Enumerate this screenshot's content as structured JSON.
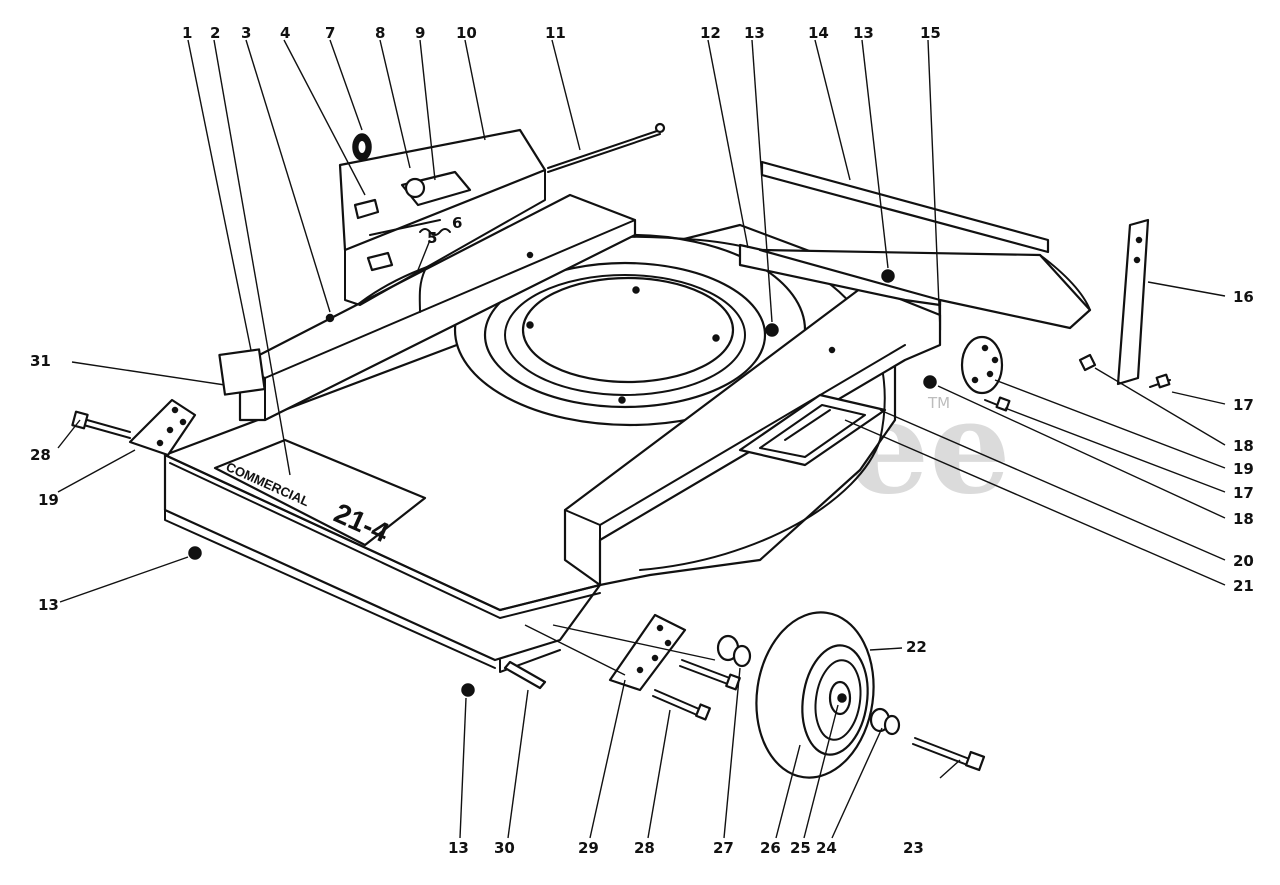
{
  "watermark": {
    "text": "PartsTree",
    "trademark": "TM"
  },
  "decal": {
    "brand": "COMMERCIAL",
    "model": "21-4"
  },
  "callouts": [
    {
      "id": "c1",
      "label": "1"
    },
    {
      "id": "c2",
      "label": "2"
    },
    {
      "id": "c3",
      "label": "3"
    },
    {
      "id": "c4",
      "label": "4"
    },
    {
      "id": "c5",
      "label": "5"
    },
    {
      "id": "c6",
      "label": "6"
    },
    {
      "id": "c7",
      "label": "7"
    },
    {
      "id": "c8",
      "label": "8"
    },
    {
      "id": "c9",
      "label": "9"
    },
    {
      "id": "c10",
      "label": "10"
    },
    {
      "id": "c11",
      "label": "11"
    },
    {
      "id": "c12",
      "label": "12"
    },
    {
      "id": "c13a",
      "label": "13"
    },
    {
      "id": "c14",
      "label": "14"
    },
    {
      "id": "c13b",
      "label": "13"
    },
    {
      "id": "c15",
      "label": "15"
    },
    {
      "id": "c16",
      "label": "16"
    },
    {
      "id": "c17a",
      "label": "17"
    },
    {
      "id": "c18a",
      "label": "18"
    },
    {
      "id": "c19a",
      "label": "19"
    },
    {
      "id": "c17b",
      "label": "17"
    },
    {
      "id": "c18b",
      "label": "18"
    },
    {
      "id": "c20",
      "label": "20"
    },
    {
      "id": "c21",
      "label": "21"
    },
    {
      "id": "c22",
      "label": "22"
    },
    {
      "id": "c23",
      "label": "23"
    },
    {
      "id": "c24",
      "label": "24"
    },
    {
      "id": "c25",
      "label": "25"
    },
    {
      "id": "c26",
      "label": "26"
    },
    {
      "id": "c27",
      "label": "27"
    },
    {
      "id": "c28a",
      "label": "28"
    },
    {
      "id": "c29",
      "label": "29"
    },
    {
      "id": "c30",
      "label": "30"
    },
    {
      "id": "c13c",
      "label": "13"
    },
    {
      "id": "c13d",
      "label": "13"
    },
    {
      "id": "c19b",
      "label": "19"
    },
    {
      "id": "c28b",
      "label": "28"
    },
    {
      "id": "c31",
      "label": "31"
    }
  ]
}
